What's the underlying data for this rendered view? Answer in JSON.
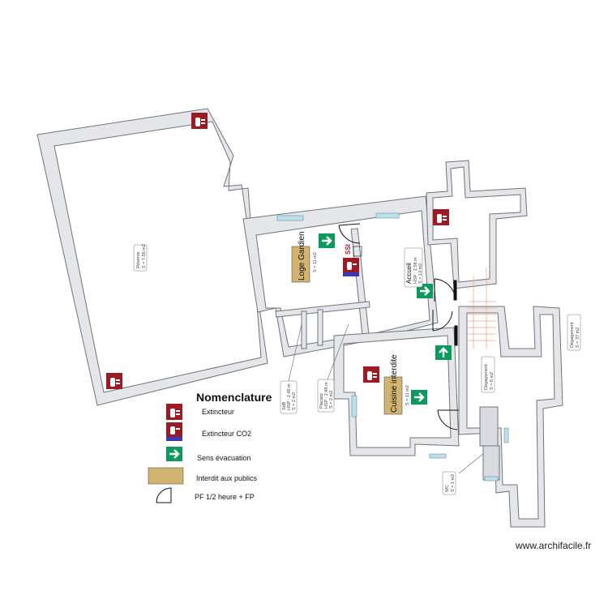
{
  "rooms": {
    "reserve": {
      "name": "Réserve",
      "area": "S = 7.56 m2"
    },
    "loge": {
      "name": "Loge Gardien",
      "area": "S = 11 m2"
    },
    "accueil": {
      "name": "Accueil",
      "hsp": "HSP : 2.58 m",
      "area": "S = 13 m2"
    },
    "sdb": {
      "name": "SdB",
      "hsp": "HSP : 2.49 m",
      "area": "S = 2 m2"
    },
    "placard": {
      "name": "Placard",
      "hsp": "HSP : 2.49 m",
      "area": "S = 2 m2"
    },
    "cuisine": {
      "name": "Cuisine interdite",
      "area": "S = 11 m2"
    },
    "degagement1": {
      "name": "Dégagement",
      "area": "S = 6 m2"
    },
    "degagement2": {
      "name": "Dégagement",
      "area": "S = 37 m2"
    },
    "wc": {
      "name": "WC",
      "area": "S = 1 m2"
    }
  },
  "signs": {
    "extincteur": "extinguisher-icon",
    "co2": "co2-extinguisher-icon",
    "evacuation": "evacuation-arrow-icon",
    "interdit": "forbidden-zone-swatch",
    "pf": "fire-door-icon",
    "ssi": "SSI"
  },
  "legend": {
    "title": "Nomenclature",
    "items": [
      {
        "label": "Extincteur"
      },
      {
        "label": "Extincteur CO2"
      },
      {
        "label": "Sens évacuation"
      },
      {
        "label": "Interdit aux publics"
      },
      {
        "label": "PF 1/2 heure + FP"
      }
    ]
  },
  "colors": {
    "wall": "#e4e6ea",
    "wall_stroke": "#6f747c",
    "extinguisher": "#9c1b22",
    "evacuation": "#0a9a5b",
    "forbidden": "#d2b36f",
    "co2_bar": "#3a37b8"
  },
  "watermark": "www.archifacile.fr"
}
